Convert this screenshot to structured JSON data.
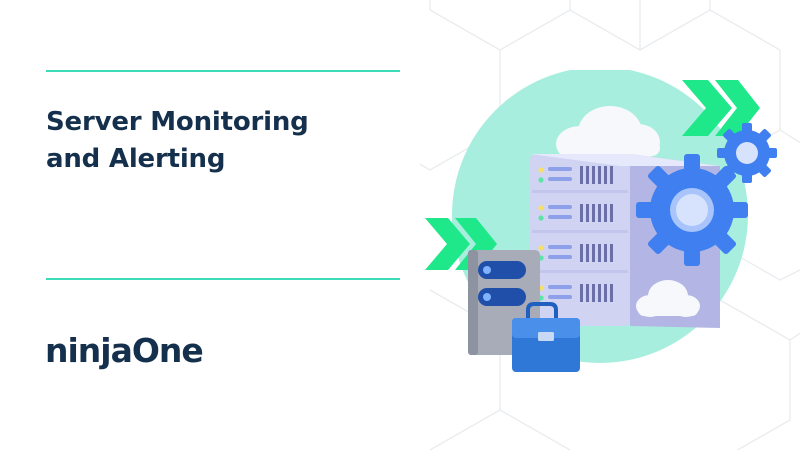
{
  "heading": {
    "line1": "Server Monitoring",
    "line2": "and Alerting"
  },
  "brand": {
    "logo_text": "ninjaOne"
  },
  "colors": {
    "accent_teal": "#3ddcb8",
    "title_navy": "#15304d",
    "circle_mint": "#a8eede",
    "chevron_green": "#1fe88a",
    "gear_blue": "#3f7ff0",
    "server_lavender": "#c9ccef",
    "toolbox_blue": "#2f78d8"
  },
  "icons": [
    "server-rack-icon",
    "gear-icon",
    "chevron-icon",
    "cloud-icon",
    "toolbox-icon",
    "storage-tower-icon"
  ]
}
